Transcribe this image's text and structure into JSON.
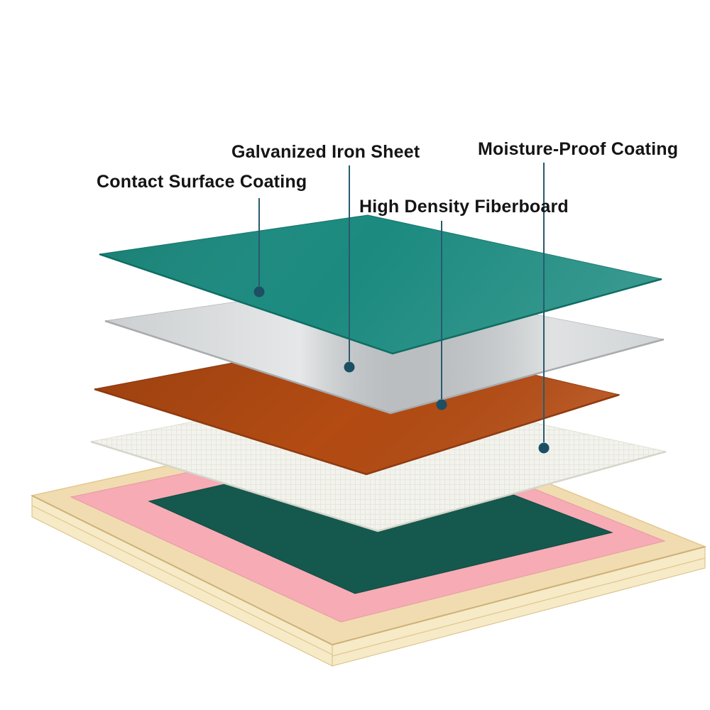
{
  "canvas": {
    "background": "#ffffff"
  },
  "diagram": {
    "type": "exploded-layer-diagram",
    "layers": [
      {
        "id": "contact-surface-coating",
        "label": "Contact Surface Coating",
        "color": "#1b8a7f"
      },
      {
        "id": "galvanized-iron-sheet",
        "label": "Galvanized Iron Sheet",
        "color": "#c6cacc"
      },
      {
        "id": "high-density-fiberboard",
        "label": "High Density Fiberboard",
        "color": "#b34b13"
      },
      {
        "id": "moisture-proof-coating",
        "label": "Moisture-Proof Coating",
        "color": "#f3f3ee"
      }
    ],
    "base_board": {
      "frame_color": "#f0dcb0",
      "frame_front_color": "#f7eac6",
      "mat_color": "#f6abb5",
      "surface_color": "#15584e"
    },
    "annotation": {
      "line_color": "#2a5a6e",
      "dot_color": "#1c4f63",
      "text_color": "#141414"
    }
  }
}
